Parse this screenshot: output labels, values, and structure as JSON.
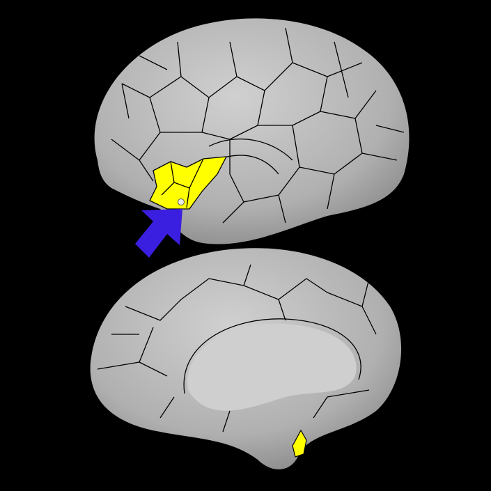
{
  "colors": {
    "background": "#000000",
    "cortex": "#b4b4b4",
    "cortex_highlight": "#cfcfcf",
    "highlighted_region": "#ffff00",
    "arrow": "#3a1fe0",
    "marker": "#e8e8e8"
  },
  "views": [
    "lateral",
    "medial"
  ],
  "annotation": {
    "icon": "arrow-icon",
    "target": "highlighted-region"
  }
}
